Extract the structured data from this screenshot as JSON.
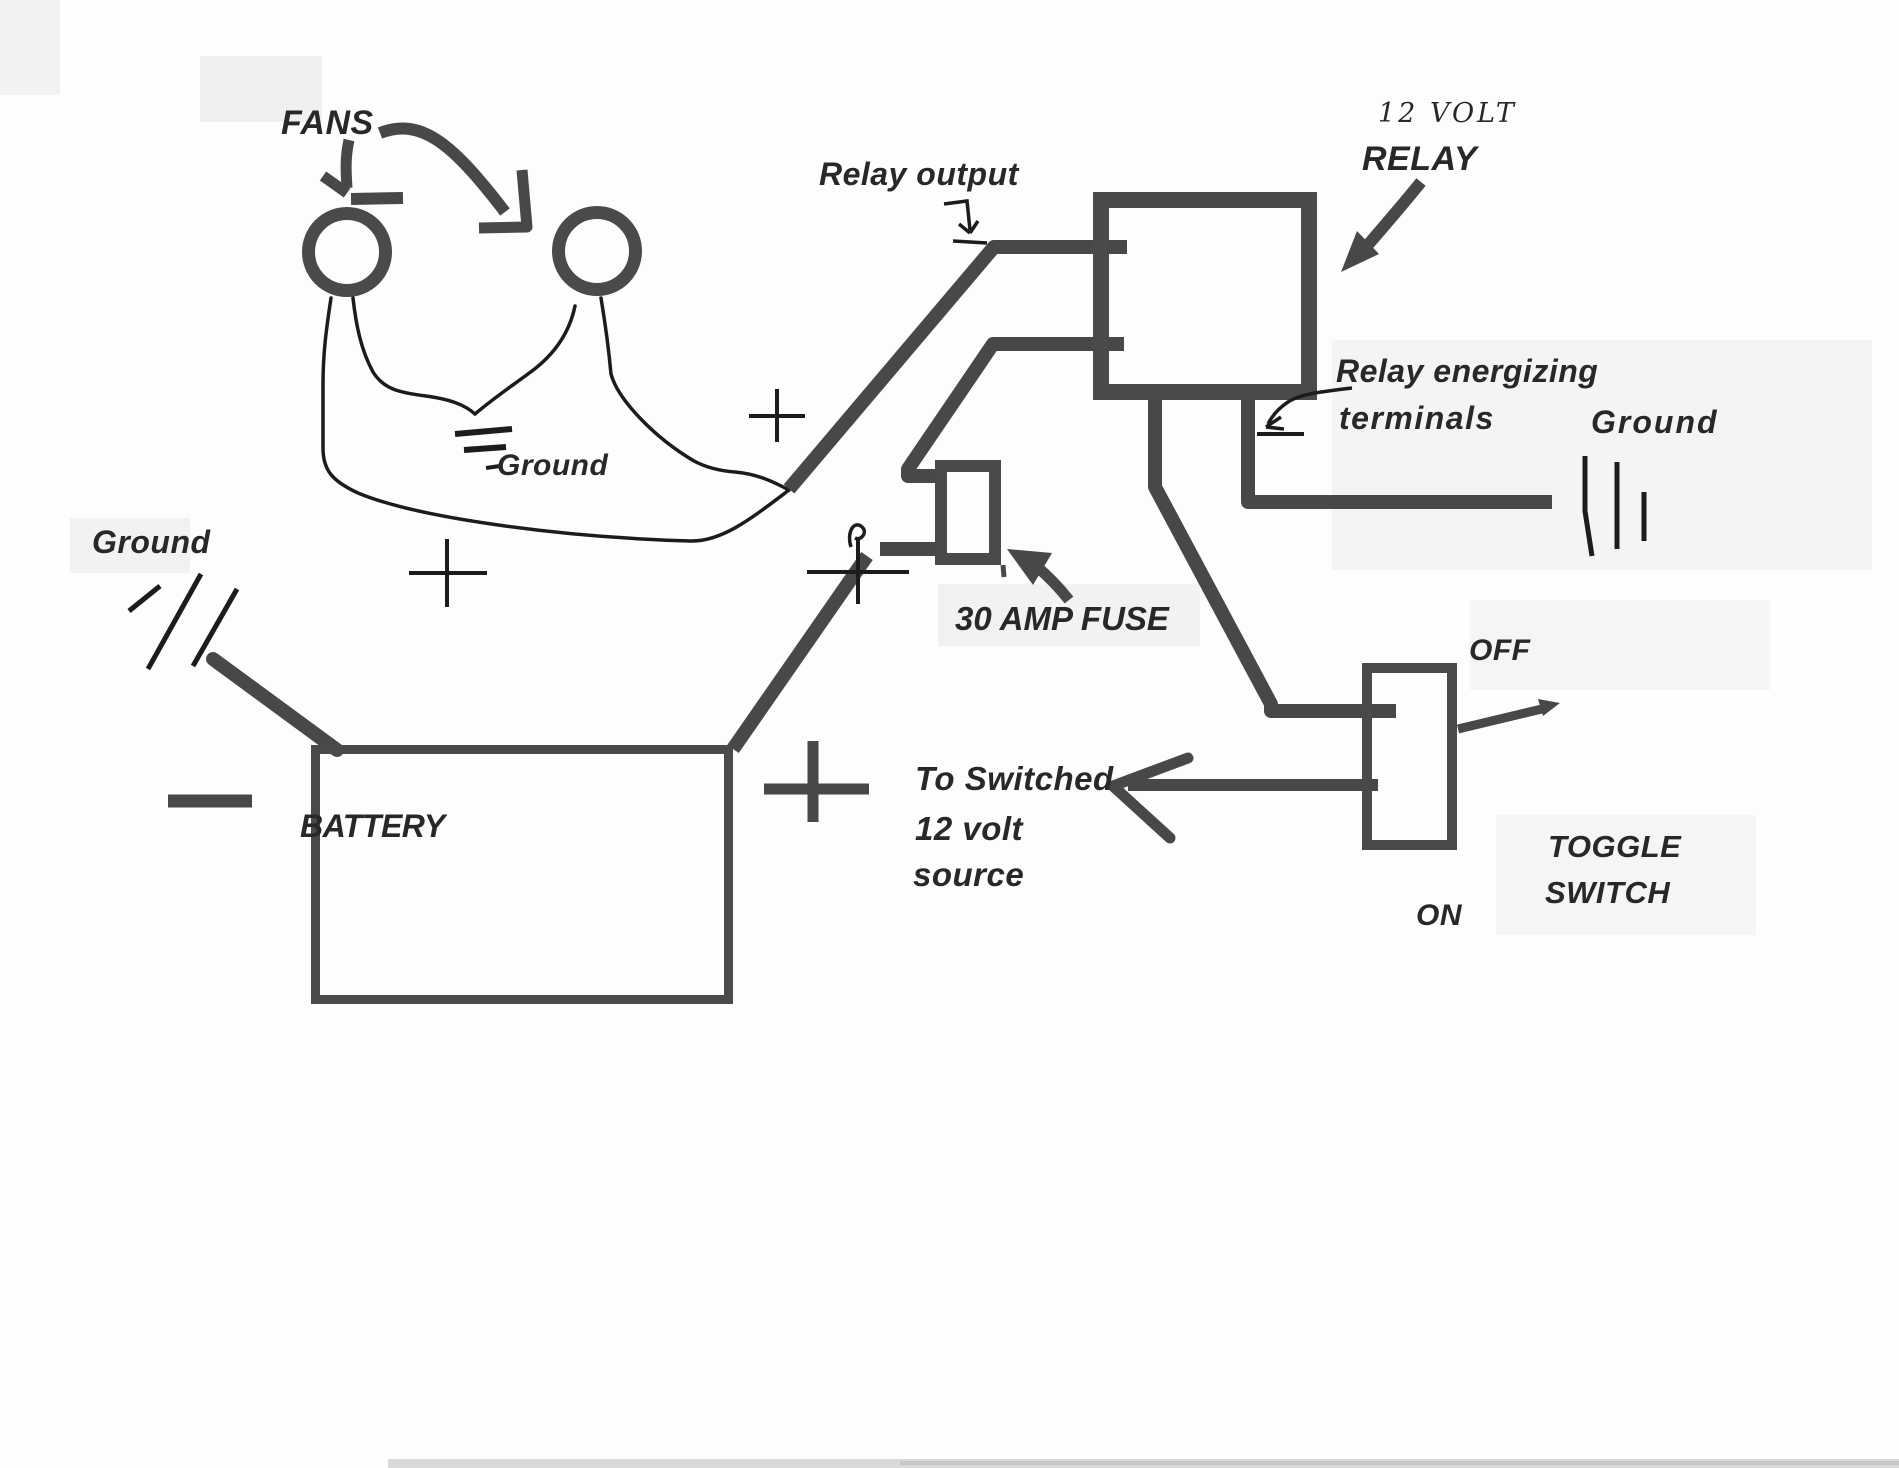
{
  "labels": {
    "fans": "FANS",
    "relay_output": "Relay output",
    "twelve_volt": "12 VOLT",
    "relay": "RELAY",
    "relay_energizing_line1": "Relay energizing",
    "relay_energizing_line2": "terminals",
    "ground_right": "Ground",
    "ground_fans": "Ground",
    "ground_left": "Ground",
    "fuse": "30 AMP FUSE",
    "off": "OFF",
    "on": "ON",
    "toggle_line1": "TOGGLE",
    "toggle_line2": "SWITCH",
    "to_switched_line1": "To Switched",
    "to_switched_line2": "12 volt",
    "to_switched_line3": "source",
    "battery": "BATTERY"
  },
  "colors": {
    "paper": "#fdfdfd",
    "thick_wire_ink": "#484848",
    "thin_wire_ink": "#1c1c1c",
    "text_ink": "#282828",
    "scan_strip": "#c9c9c9"
  }
}
